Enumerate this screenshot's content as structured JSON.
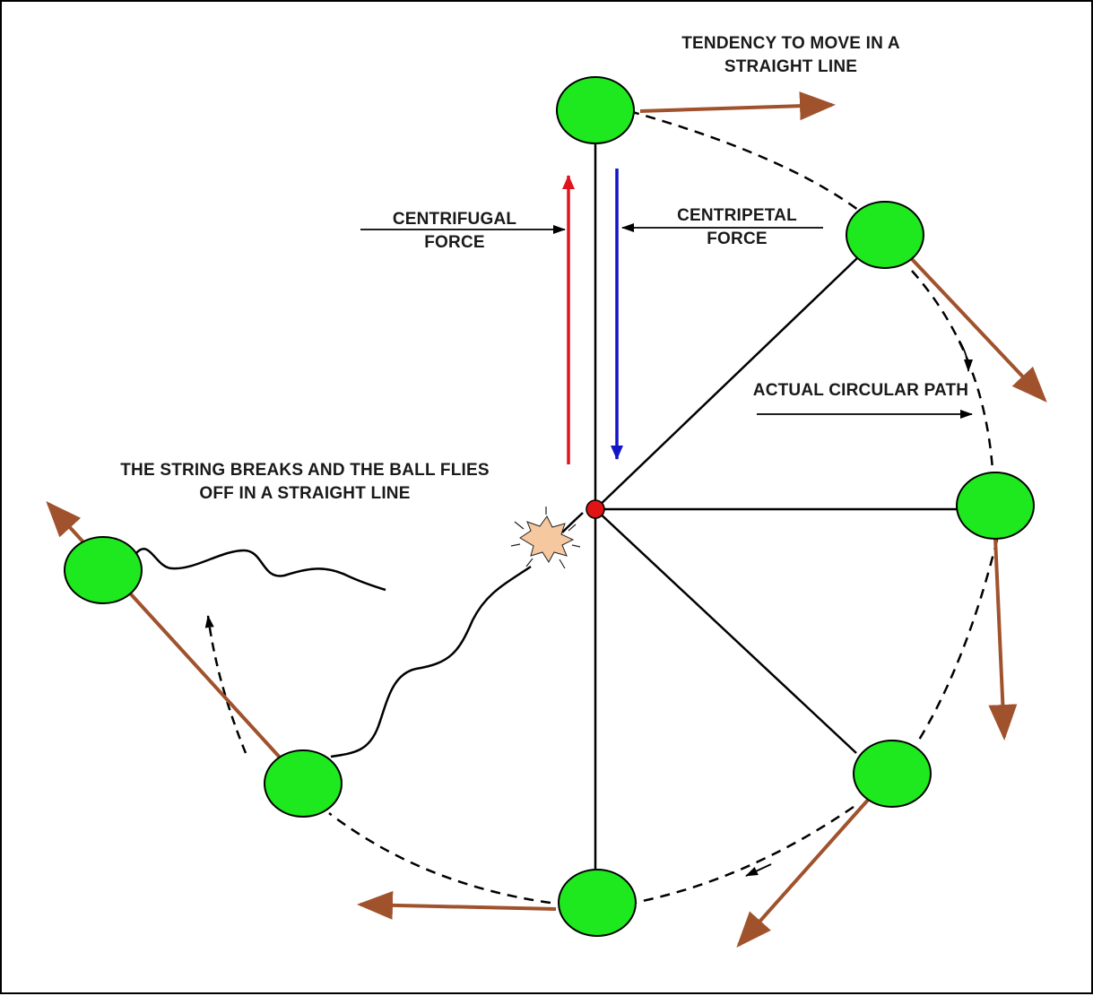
{
  "labels": {
    "tendency_line1": "TENDENCY TO MOVE IN A",
    "tendency_line2": "STRAIGHT LINE",
    "centrifugal_line1": "CENTRIFUGAL",
    "centrifugal_line2": "FORCE",
    "centripetal_line1": "CENTRIPETAL",
    "centripetal_line2": "FORCE",
    "circular_path": "ACTUAL CIRCULAR PATH",
    "string_breaks_line1": "THE STRING BREAKS AND THE BALL FLIES",
    "string_breaks_line2": "OFF IN A STRAIGHT LINE"
  },
  "colors": {
    "ball_fill": "#1ee81e",
    "tangent_arrow": "#a0522d",
    "centrifugal_arrow": "#e0141e",
    "centripetal_arrow": "#1414c8",
    "center_dot": "#e01414",
    "burst": "#f5c8a0"
  }
}
